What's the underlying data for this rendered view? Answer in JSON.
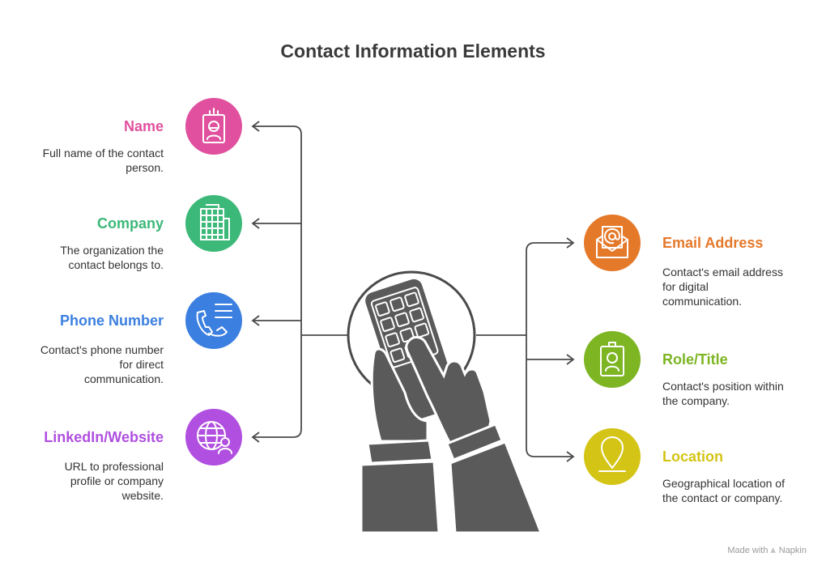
{
  "title": "Contact Information Elements",
  "items": [
    {
      "title": "Name",
      "description": "Full name of the contact\nperson.",
      "color": "#e0509e",
      "icon": "id-badge-icon"
    },
    {
      "title": "Company",
      "description": "The organization the\ncontact belongs to.",
      "color": "#3cb878",
      "icon": "office-building-icon"
    },
    {
      "title": "Phone Number",
      "description": "Contact's phone number\nfor direct\ncommunication.",
      "color": "#3b7fe0",
      "icon": "phone-list-icon"
    },
    {
      "title": "LinkedIn/Website",
      "description": "URL to professional\nprofile or company\nwebsite.",
      "color": "#b04fe0",
      "icon": "globe-user-icon"
    },
    {
      "title": "Email Address",
      "description": "Contact's email address\nfor digital\ncommunication.",
      "color": "#e5792a",
      "icon": "email-envelope-icon"
    },
    {
      "title": "Role/Title",
      "description": "Contact's position within\nthe company.",
      "color": "#7db523",
      "icon": "employee-badge-icon"
    },
    {
      "title": "Location",
      "description": "Geographical location of\nthe contact or company.",
      "color": "#d4c416",
      "icon": "map-pin-icon"
    }
  ],
  "center_icon": "hand-holding-phone-icon",
  "footer": {
    "prefix": "Made with",
    "brand": "Napkin"
  }
}
